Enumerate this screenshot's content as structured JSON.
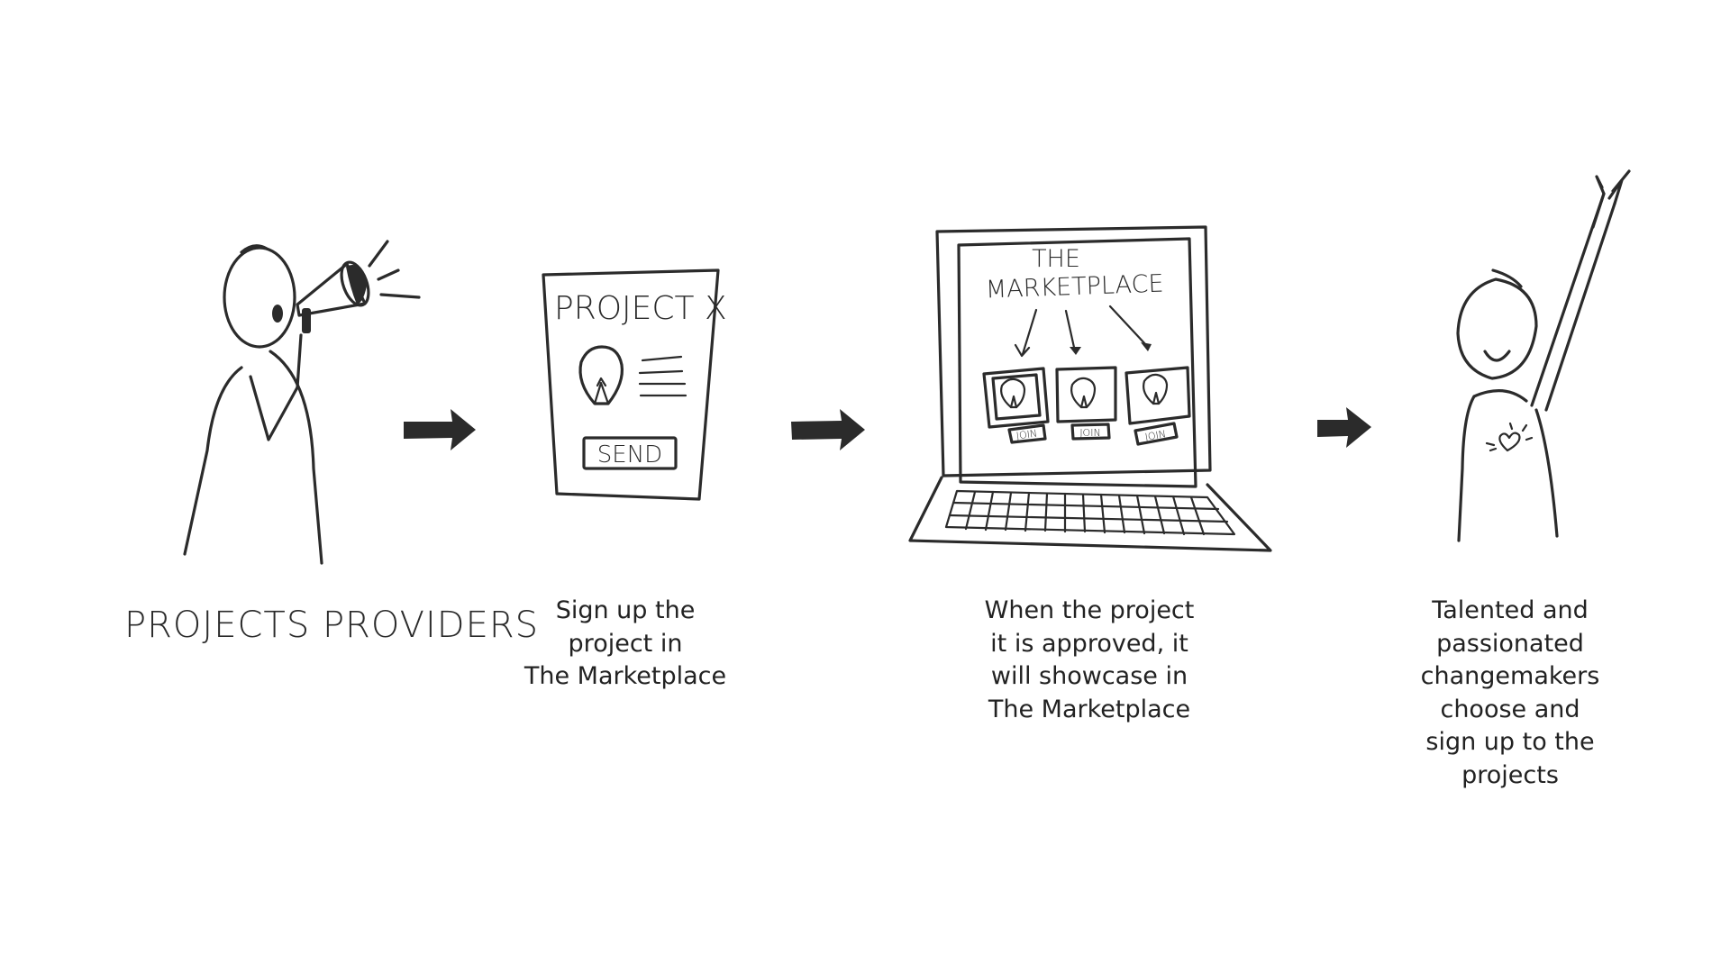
{
  "colors": {
    "ink": "#2b2b2b",
    "background": "#ffffff",
    "caption": "#222222"
  },
  "steps": [
    {
      "illustration": "person-with-megaphone",
      "label": "PROJECTS PROVIDERS"
    },
    {
      "illustration": "project-document",
      "doc_title": "PROJECT X",
      "doc_button": "SEND",
      "icons": [
        "lightbulb-icon",
        "text-lines-icon"
      ],
      "caption": "Sign up the\nproject in\nThe Marketplace"
    },
    {
      "illustration": "laptop",
      "screen_title_line1": "THE",
      "screen_title_line2": "MARKETPLACE",
      "cards": [
        {
          "icon": "lightbulb-icon",
          "tag": "JOIN"
        },
        {
          "icon": "lightbulb-icon",
          "tag": "JOIN"
        },
        {
          "icon": "lightbulb-icon",
          "tag": "JOIN"
        }
      ],
      "caption": "When the project\nit is approved, it\nwill showcase in\nThe Marketplace"
    },
    {
      "illustration": "person-raising-hand",
      "icons": [
        "heart-icon"
      ],
      "caption": "Talented and\npassionated\nchangemakers\nchoose and\nsign up to the\nprojects"
    }
  ],
  "connectors": [
    "arrow-right-icon",
    "arrow-right-icon",
    "arrow-right-icon"
  ]
}
